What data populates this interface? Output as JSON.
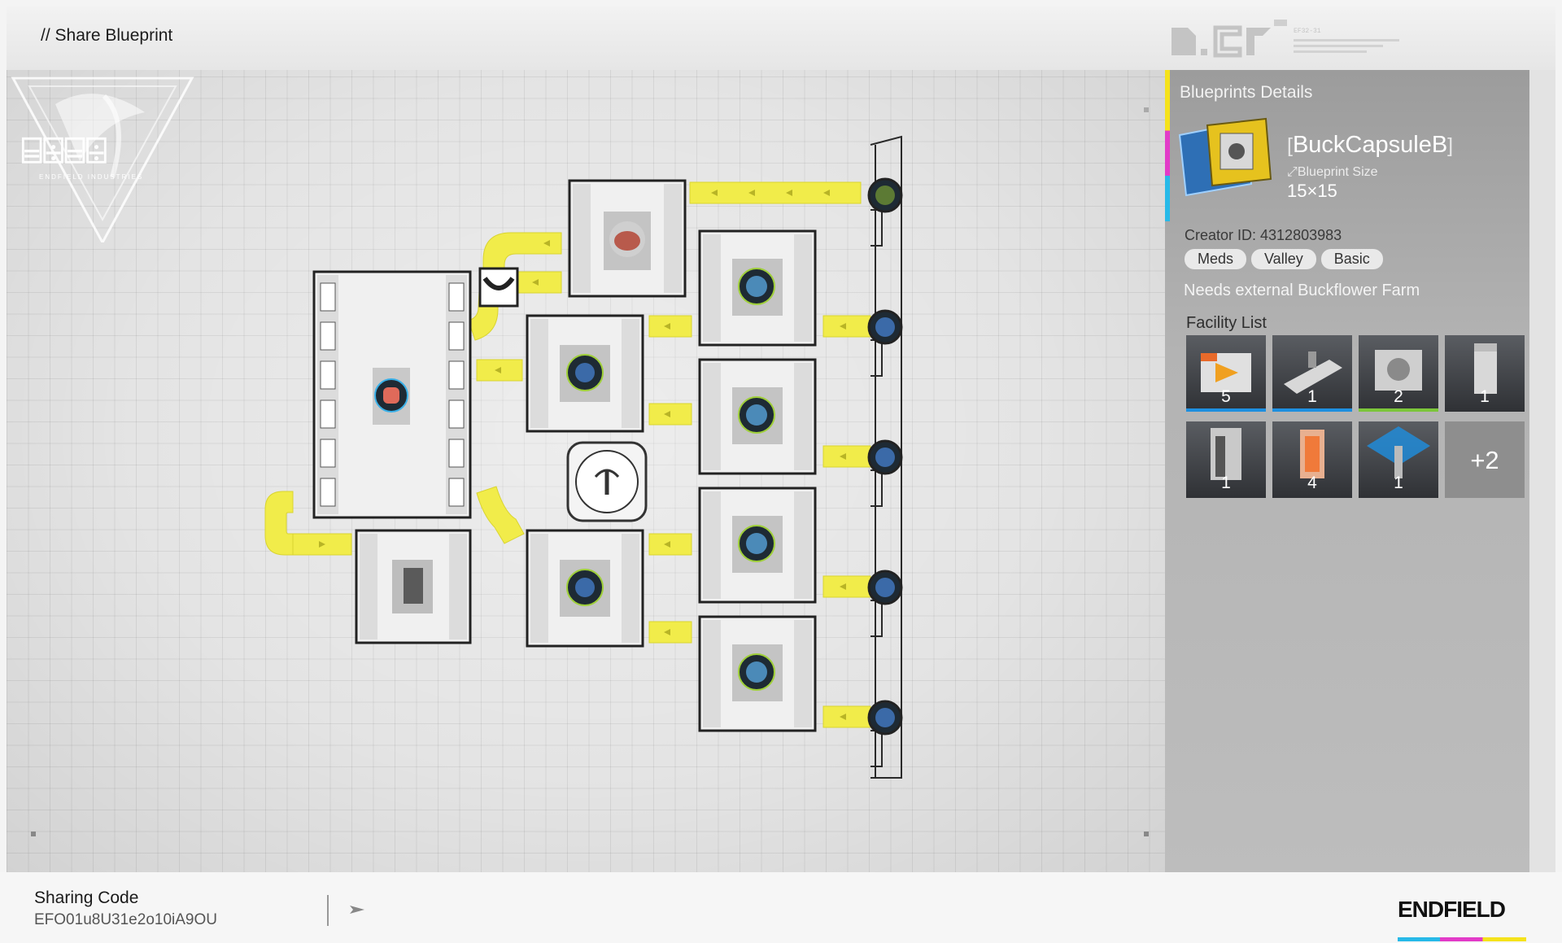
{
  "header": {
    "title": "// Share Blueprint"
  },
  "logo": {
    "wordmark": "ENDFIELD INDUSTRIES"
  },
  "panel": {
    "heading": "Blueprints Details",
    "blueprint_name": "BuckCapsuleB",
    "size_label": "Blueprint Size",
    "size_value": "15×15",
    "creator": "Creator ID: 4312803983",
    "tags": [
      "Meds",
      "Valley",
      "Basic"
    ],
    "note": "Needs external Buckflower Farm",
    "facility_label": "Facility List",
    "facilities": [
      {
        "count": "5",
        "icon": "refining-unit-icon",
        "bar": "#1e8fe0"
      },
      {
        "count": "1",
        "icon": "crusher-icon",
        "bar": "#1e8fe0"
      },
      {
        "count": "2",
        "icon": "planting-unit-icon",
        "bar": "#7cc63a"
      },
      {
        "count": "1",
        "icon": "storage-tower-icon",
        "bar": ""
      },
      {
        "count": "1",
        "icon": "depot-icon",
        "bar": ""
      },
      {
        "count": "4",
        "icon": "seed-picker-icon",
        "bar": ""
      },
      {
        "count": "1",
        "icon": "power-pylon-icon",
        "bar": ""
      }
    ],
    "more_label": "+2"
  },
  "footer": {
    "share_label": "Sharing Code",
    "share_code": "EFO01u8U31e2o10iA9OU",
    "brand": "ENDFIELD"
  },
  "colors": {
    "belt": "#f1ec4a",
    "panel": "#b0b0b0",
    "accent_yellow": "#f5e21b",
    "accent_magenta": "#e23bc8",
    "accent_cyan": "#27b9e8"
  }
}
